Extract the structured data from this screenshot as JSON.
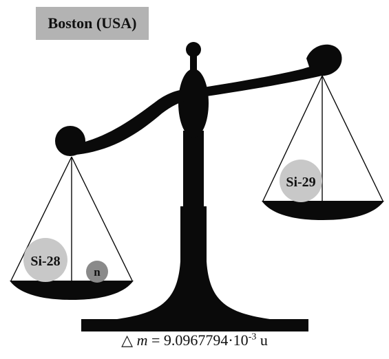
{
  "location_label": "Boston (USA)",
  "left_pan": {
    "atom_label": "Si-28",
    "particle_label": "n"
  },
  "right_pan": {
    "atom_label": "Si-29"
  },
  "caption": {
    "delta_symbol": "△",
    "variable": "m",
    "equals_value": " = 9.0967794·10",
    "exponent": "-3",
    "unit": " u"
  },
  "colors": {
    "balance": "#0a0a0a",
    "atom_fill": "#c8c8c8",
    "neutron_fill": "#8a8a8a",
    "label_box": "#b3b3b3"
  }
}
